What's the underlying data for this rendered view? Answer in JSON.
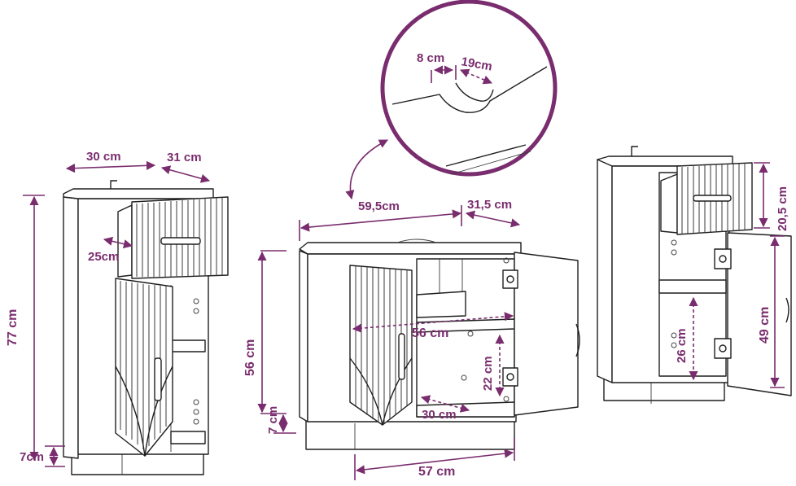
{
  "colors": {
    "dimension": "#7a2d6e",
    "outline": "#1f1f1f",
    "background": "#ffffff"
  },
  "left_cabinet": {
    "width": "30 cm",
    "depth": "31 cm",
    "height": "77 cm",
    "plinth": "7cm",
    "drawer_depth": "25cm"
  },
  "sink_cabinet": {
    "width": "59,5cm",
    "depth": "31,5 cm",
    "height": "56 cm",
    "plinth": "7 cm",
    "inner_width": "56 cm",
    "shelf_height": "22 cm",
    "shelf_depth": "30 cm",
    "base_width": "57 cm"
  },
  "detail": {
    "cutout_width": "8 cm",
    "cutout_depth": "19cm"
  },
  "right_cabinet": {
    "drawer_height": "20,5 cm",
    "door_height": "49 cm",
    "shelf_height": "26 cm"
  }
}
